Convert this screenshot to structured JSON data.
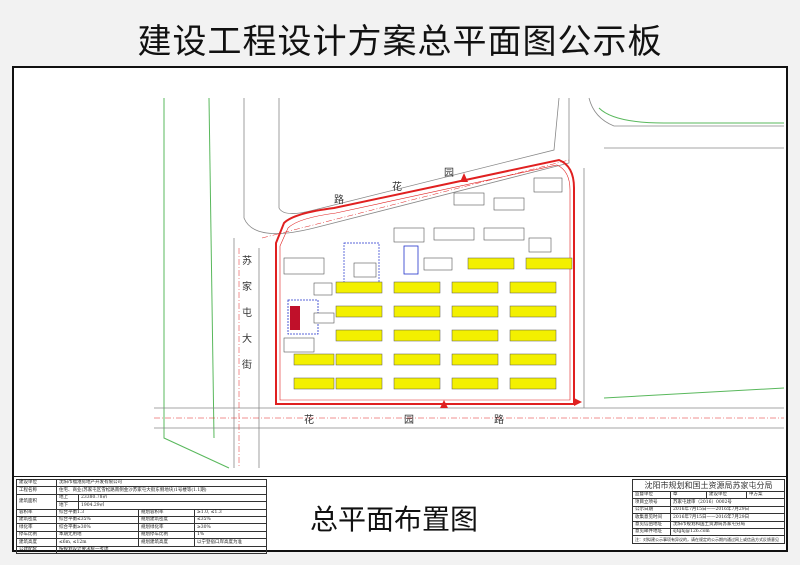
{
  "title": "建设工程设计方案总平面图公示板",
  "subtitle": "总平面布置图",
  "plan": {
    "road_labels": [
      "花",
      "园",
      "路",
      "花",
      "园",
      "路",
      "苏",
      "家",
      "屯",
      "大",
      "街"
    ],
    "colors": {
      "site_boundary": "#e02020",
      "building_new": "#f3f000",
      "building_existing": "#ffffff",
      "commercial": "#c0102a",
      "road": "#888888",
      "green": "#59b85c"
    }
  },
  "project_table": {
    "rows": [
      [
        "建设单位",
        "沈阳市福港房地产开发有限公司"
      ],
      [
        "工程名称",
        "住宅、商业(苏家屯区雪松路南侧金沙苏家屯大街东侧地块)1号楼等(1.1期)"
      ]
    ],
    "area_label": "建筑面积",
    "area_rows": [
      [
        "地上",
        "23380.78㎡"
      ],
      [
        "地下",
        "1904.29㎡"
      ]
    ],
    "indicator_rows": [
      [
        "容积率",
        "综合平衡1.3",
        "规划容积率",
        "≥1.0, ≤1.3"
      ],
      [
        "建筑密度",
        "综合平衡≤35%",
        "规划建筑密度",
        "≤35%"
      ],
      [
        "绿化率",
        "综合平衡≥30%",
        "规划绿化率",
        "≥30%"
      ],
      [
        "停车比例",
        "本期无用地",
        "规划停车比例",
        "1%"
      ],
      [
        "建筑高度",
        "≤6m, ≤12m",
        "规划建筑高度",
        "以宁登宿口岸高度为准"
      ]
    ],
    "last_row": [
      "公建配套",
      "按规划设计要求统一考虑"
    ]
  },
  "authority_table": {
    "org": "沈阳市规划和国土资源局苏家屯分局",
    "header": [
      "监督单位",
      "章",
      "建设单位",
      "申方案"
    ],
    "rows": [
      [
        "项目立项号",
        "苏家屯建审（2016）0002号"
      ],
      [
        "公示日期",
        "2016年7月15日——2016年7月29日"
      ],
      [
        "收集意见时间",
        "2016年7月15日——2016年7月29日"
      ],
      [
        "意见信函地址",
        "沈阳市规划和国土资源局苏家屯分局"
      ],
      [
        "意见邮件地址",
        "sjtghj@126.com"
      ]
    ],
    "note": "注：对拟建公示事项有异议的，请在规定的公示期内通过网上或信函方式反馈意见"
  }
}
